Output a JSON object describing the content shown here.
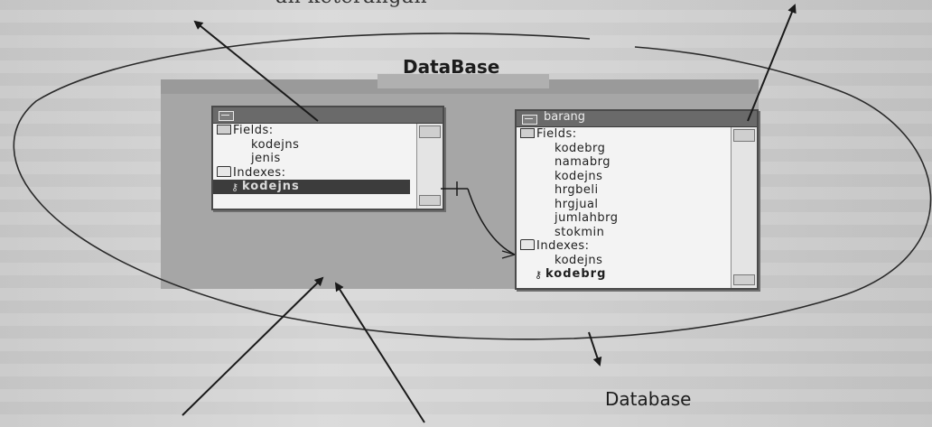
{
  "page": {
    "top_text": "an keterangan",
    "diagram_title": "DataBase",
    "bottom_label": "Database"
  },
  "relationships_window": {
    "tables": [
      {
        "name": "",
        "fields_header": "Fields:",
        "fields": [
          "kodejns",
          "jenis"
        ],
        "indexes_header": "Indexes:",
        "indexes": [],
        "primary_key": "kodejns"
      },
      {
        "name": "barang",
        "fields_header": "Fields:",
        "fields": [
          "kodebrg",
          "namabrg",
          "kodejns",
          "hrgbeli",
          "hrgjual",
          "jumlahbrg",
          "stokmin"
        ],
        "indexes_header": "Indexes:",
        "indexes": [
          "kodejns"
        ],
        "primary_key": "kodebrg"
      }
    ],
    "relationship": {
      "from": "kodejns",
      "to": "kodejns",
      "type": "one-to-many"
    }
  },
  "icons": [
    "table-icon",
    "fields-icon",
    "indexes-icon",
    "primary-key-icon",
    "arrow-icon"
  ],
  "colors": {
    "background": "#cfcfcf",
    "canvas": "#a6a6a6",
    "title_bar": "#6a6a6a",
    "selection": "#3c3c3c",
    "ink": "#1c1c1c"
  }
}
